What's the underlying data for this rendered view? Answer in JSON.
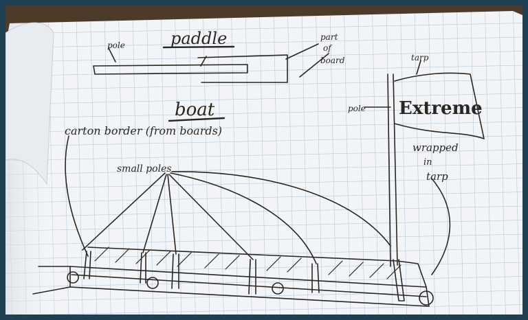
{
  "sketch": {
    "paddle_title": "paddle",
    "pole_label_paddle": "pole",
    "part_of_board_label": [
      "part",
      "of",
      "board"
    ],
    "boat_title": "boat",
    "carton_border_label": "carton border (from boards)",
    "small_poles_label": "small poles",
    "tarp_label": "tarp",
    "pole_label_mast": "pole",
    "flag_text": "Extreme",
    "wrapped_label": [
      "wrapped",
      "in",
      "tarp"
    ]
  },
  "colors": {
    "frame": "#1f3f52",
    "paper": "#f3f4f7",
    "grid": "#9fc3dd",
    "ink": "#2a2622",
    "desk": "#5a4632"
  }
}
